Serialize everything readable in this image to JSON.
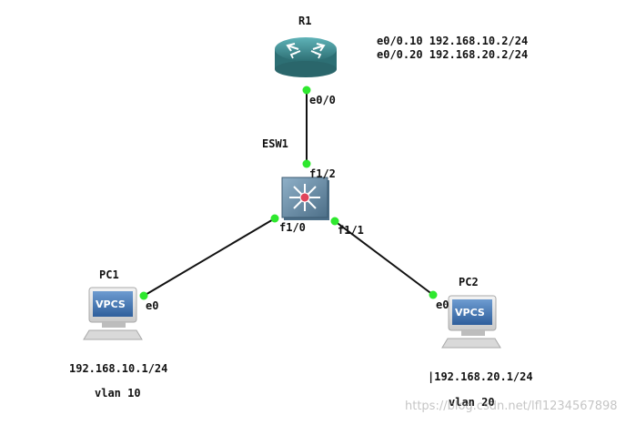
{
  "colors": {
    "link": "#111111",
    "port_dot": "#2ee82e",
    "router_body": "#3f8f94",
    "switch_body": "#6d8fa8",
    "vpcs_screen": "#3f6fae"
  },
  "devices": {
    "router": {
      "name": "R1",
      "icon": "router-icon"
    },
    "switch": {
      "name": "ESW1",
      "icon": "multilayer-switch-icon"
    },
    "pc1": {
      "name": "PC1",
      "icon": "vpcs-pc-icon",
      "screen_text": "VPCS"
    },
    "pc2": {
      "name": "PC2",
      "icon": "vpcs-pc-icon",
      "screen_text": "VPCS"
    }
  },
  "ports": {
    "r1_e0_0": "e0/0",
    "esw1_f1_2": "f1/2",
    "esw1_f1_0": "f1/0",
    "esw1_f1_1": "f1/1",
    "pc1_e0": "e0",
    "pc2_e0": "e0"
  },
  "notes": {
    "r1_sub1": "e0/0.10 192.168.10.2/24",
    "r1_sub2": "e0/0.20 192.168.20.2/24",
    "pc1_ip": "192.168.10.1/24",
    "pc1_vlan": "vlan 10",
    "pc2_ip": "|192.168.20.1/24",
    "pc2_vlan": "vlan 20"
  },
  "watermark": "https://blog.csdn.net/lfl1234567898"
}
